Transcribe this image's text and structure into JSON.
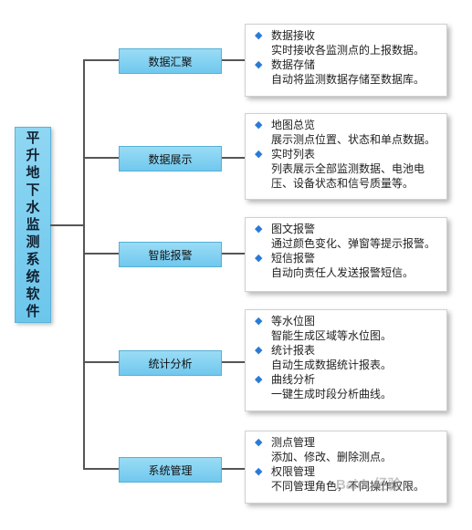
{
  "root": {
    "title": "平升地下水监测系统软件"
  },
  "categories": [
    {
      "label": "数据汇聚",
      "items": [
        {
          "title": "数据接收",
          "desc": "实时接收各监测点的上报数据。"
        },
        {
          "title": "数据存储",
          "desc": "自动将监测数据存储至数据库。"
        }
      ]
    },
    {
      "label": "数据展示",
      "items": [
        {
          "title": "地图总览",
          "desc": "展示测点位置、状态和单点数据。"
        },
        {
          "title": "实时列表",
          "desc": "列表展示全部监测数据、电池电压、设备状态和信号质量等。"
        }
      ]
    },
    {
      "label": "智能报警",
      "items": [
        {
          "title": "图文报警",
          "desc": "通过颜色变化、弹窗等提示报警。"
        },
        {
          "title": "短信报警",
          "desc": "自动向责任人发送报警短信。"
        }
      ]
    },
    {
      "label": "统计分析",
      "items": [
        {
          "title": "等水位图",
          "desc": "智能生成区域等水位图。"
        },
        {
          "title": "统计报表",
          "desc": "自动生成数据统计报表。"
        },
        {
          "title": "曲线分析",
          "desc": "一键生成时段分析曲线。"
        }
      ]
    },
    {
      "label": "系统管理",
      "items": [
        {
          "title": "测点管理",
          "desc": "添加、修改、删除测点。"
        },
        {
          "title": "权限管理",
          "desc": "不同管理角色，不同操作权限。"
        }
      ]
    }
  ],
  "watermark": "Baidu经验",
  "icons": {
    "bullet": "diamond-bullet-icon"
  },
  "colors": {
    "box": "#7fcff0",
    "bullet": "#2a7bd8"
  }
}
